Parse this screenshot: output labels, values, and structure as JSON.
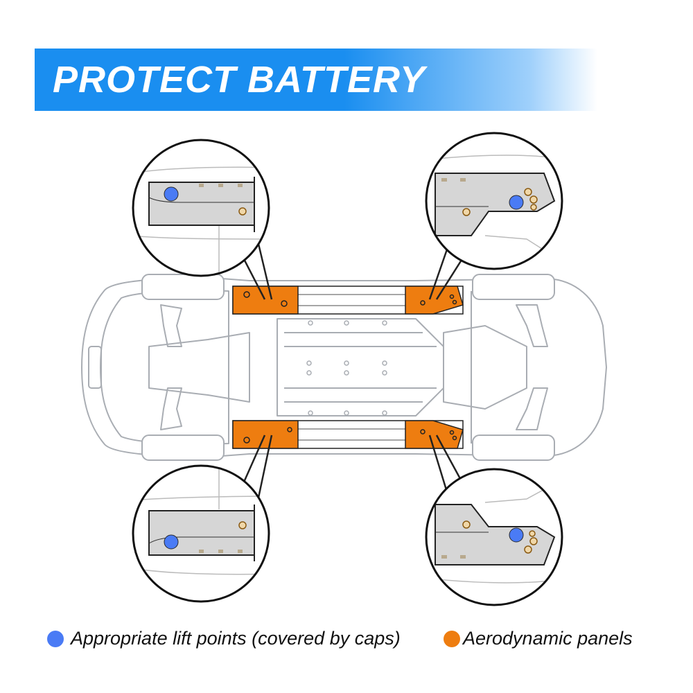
{
  "header": {
    "title": "PROTECT BATTERY"
  },
  "legend": {
    "items": [
      {
        "label": "Appropriate lift points (covered by caps)",
        "color": "#4a7bf5",
        "icon": "circle-dot"
      },
      {
        "label": "Aerodynamic panels",
        "color": "#ee7d10",
        "icon": "circle-dot"
      }
    ]
  },
  "colors": {
    "banner": "#1a8ef0",
    "panel": "#ee7d10",
    "lift_point": "#4a7bf5",
    "outline": "#a9adb3",
    "callout_fill": "#d6d6d6"
  }
}
